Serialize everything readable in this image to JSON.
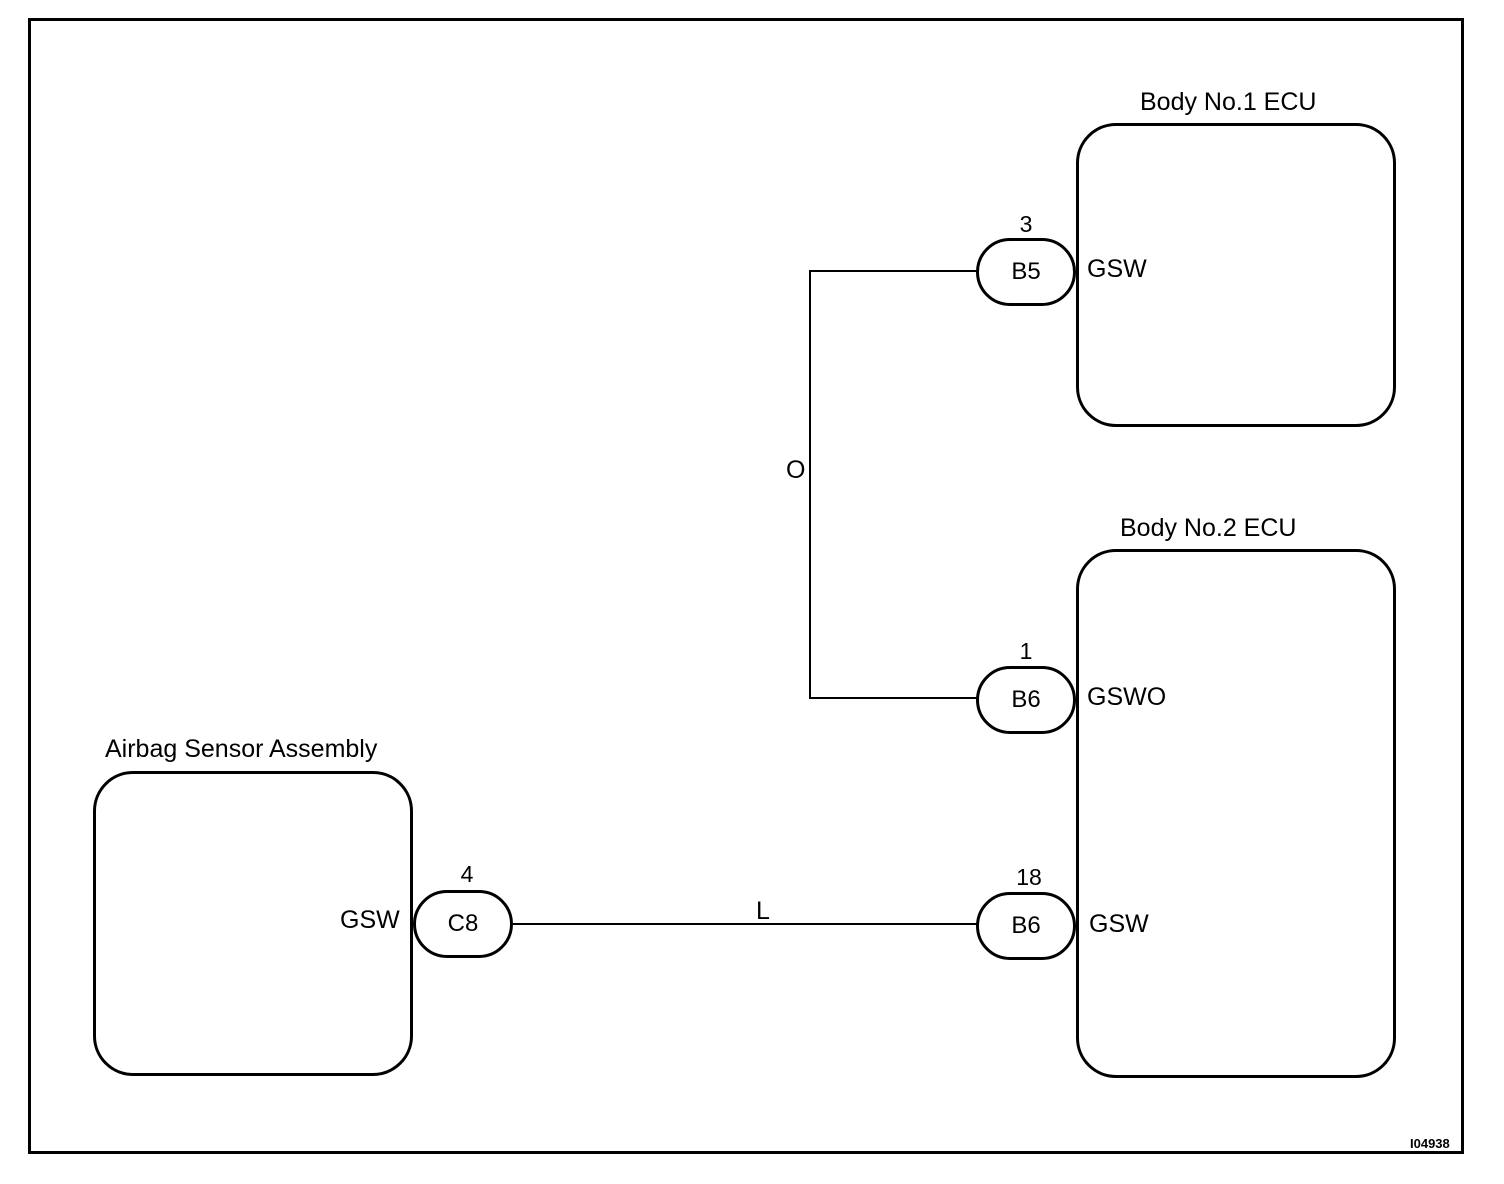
{
  "components": {
    "body1": {
      "title": "Body No.1 ECU",
      "terminal": "GSW",
      "connector": "B5",
      "pin": "3"
    },
    "body2": {
      "title": "Body No.2 ECU",
      "upper": {
        "terminal": "GSWO",
        "connector": "B6",
        "pin": "1"
      },
      "lower": {
        "terminal": "GSW",
        "connector": "B6",
        "pin": "18"
      }
    },
    "airbag": {
      "title": "Airbag Sensor Assembly",
      "terminal": "GSW",
      "connector": "C8",
      "pin": "4"
    }
  },
  "wires": {
    "orange": "O",
    "blue": "L"
  },
  "figure_code": "I04938"
}
